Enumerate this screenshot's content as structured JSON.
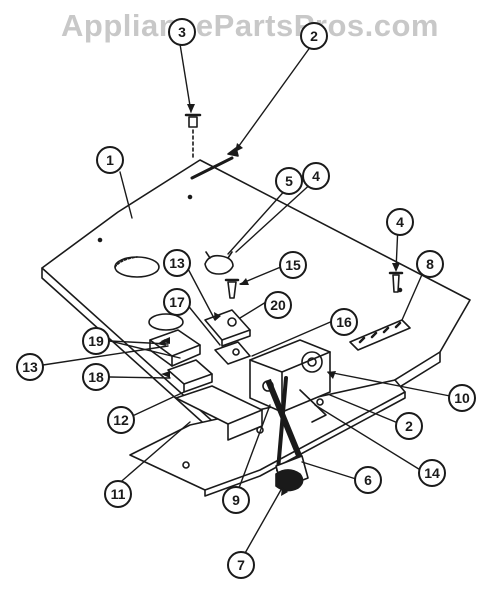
{
  "watermark": "AppliancePartsPros.com",
  "callouts": [
    "1",
    "2",
    "3",
    "4",
    "4",
    "5",
    "6",
    "7",
    "8",
    "9",
    "10",
    "11",
    "12",
    "13",
    "13",
    "14",
    "15",
    "16",
    "17",
    "18",
    "19",
    "20"
  ],
  "colors": {
    "line": "#1a1a1a",
    "background": "#ffffff",
    "watermark": "#c8c8c8"
  }
}
